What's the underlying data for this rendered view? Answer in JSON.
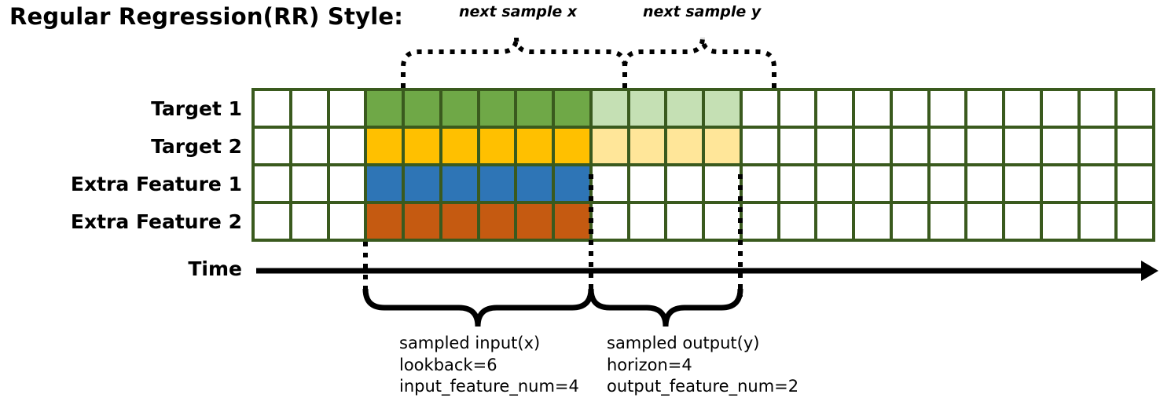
{
  "page_title": "Regular Regression(RR) Style:",
  "top_annotations": {
    "next_sample_x": "next sample x",
    "next_sample_y": "next sample y"
  },
  "row_labels": [
    "Target 1",
    "Target 2",
    "Extra Feature 1",
    "Extra Feature 2"
  ],
  "time_axis_label": "Time",
  "colors": {
    "grid_border": "#3A5A1E",
    "target_1": "#6FA847",
    "target_1_faded": "#C5E0B4",
    "target_2": "#FFC000",
    "target_2_faded": "#FFE699",
    "extra_feature_1": "#2E75B6",
    "extra_feature_2": "#C55A11",
    "empty_cell": "#FFFFFF",
    "annotation": "#000000"
  },
  "grid": {
    "total_columns": 24,
    "total_rows": 4,
    "lead_empty_columns": 3,
    "input_columns": 6,
    "output_columns": 4,
    "trailing_empty_columns": 11,
    "rows": [
      {
        "name": "Target 1",
        "cells": [
          "",
          "",
          "",
          "green",
          "green",
          "green",
          "green",
          "green",
          "green",
          "green-lt",
          "green-lt",
          "green-lt",
          "green-lt",
          "",
          "",
          "",
          "",
          "",
          "",
          "",
          "",
          "",
          "",
          ""
        ]
      },
      {
        "name": "Target 2",
        "cells": [
          "",
          "",
          "",
          "yellow",
          "yellow",
          "yellow",
          "yellow",
          "yellow",
          "yellow",
          "yellow-lt",
          "yellow-lt",
          "yellow-lt",
          "yellow-lt",
          "",
          "",
          "",
          "",
          "",
          "",
          "",
          "",
          "",
          "",
          ""
        ]
      },
      {
        "name": "Extra Feature 1",
        "cells": [
          "",
          "",
          "",
          "blue",
          "blue",
          "blue",
          "blue",
          "blue",
          "blue",
          "",
          "",
          "",
          "",
          "",
          "",
          "",
          "",
          "",
          "",
          "",
          "",
          "",
          "",
          ""
        ]
      },
      {
        "name": "Extra Feature 2",
        "cells": [
          "",
          "",
          "",
          "orange",
          "orange",
          "orange",
          "orange",
          "orange",
          "orange",
          "",
          "",
          "",
          "",
          "",
          "",
          "",
          "",
          "",
          "",
          "",
          "",
          "",
          "",
          ""
        ]
      }
    ]
  },
  "captions": {
    "input": {
      "line_1": "sampled input(x)",
      "line_2": "lookback=6",
      "line_3": "input_feature_num=4"
    },
    "output": {
      "line_1": "sampled output(y)",
      "line_2": "horizon=4",
      "line_3": "output_feature_num=2"
    }
  }
}
